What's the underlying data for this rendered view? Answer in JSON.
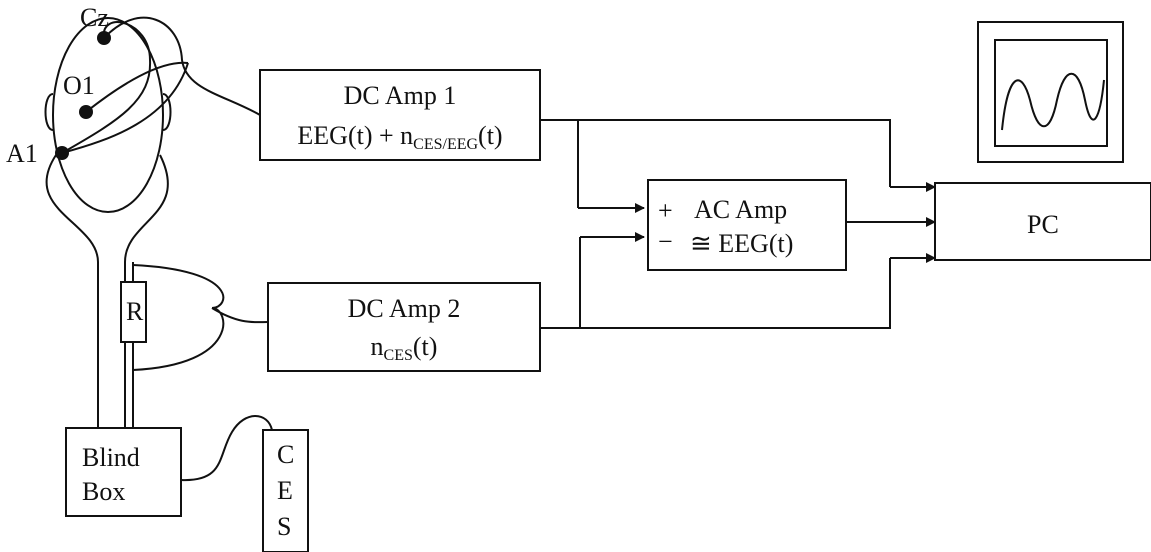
{
  "electrodes": {
    "cz": "Cz",
    "o1": "O1",
    "a1": "A1"
  },
  "resistor": {
    "label": "R"
  },
  "blind_box": {
    "line1": "Blind",
    "line2": "Box"
  },
  "ces": {
    "c": "C",
    "e": "E",
    "s": "S"
  },
  "dc_amp1": {
    "title": "DC Amp 1",
    "formula_a": "EEG(t) + n",
    "formula_sub": "CES/EEG",
    "formula_b": "(t)"
  },
  "dc_amp2": {
    "title": "DC Amp 2",
    "formula_a": "n",
    "formula_sub": "CES",
    "formula_b": "(t)"
  },
  "ac_amp": {
    "plus": "+",
    "minus": "−",
    "title": "AC Amp",
    "output": "≅ EEG(t)"
  },
  "pc": {
    "label": "PC"
  },
  "colors": {
    "ink": "#111111",
    "background": "#ffffff"
  }
}
